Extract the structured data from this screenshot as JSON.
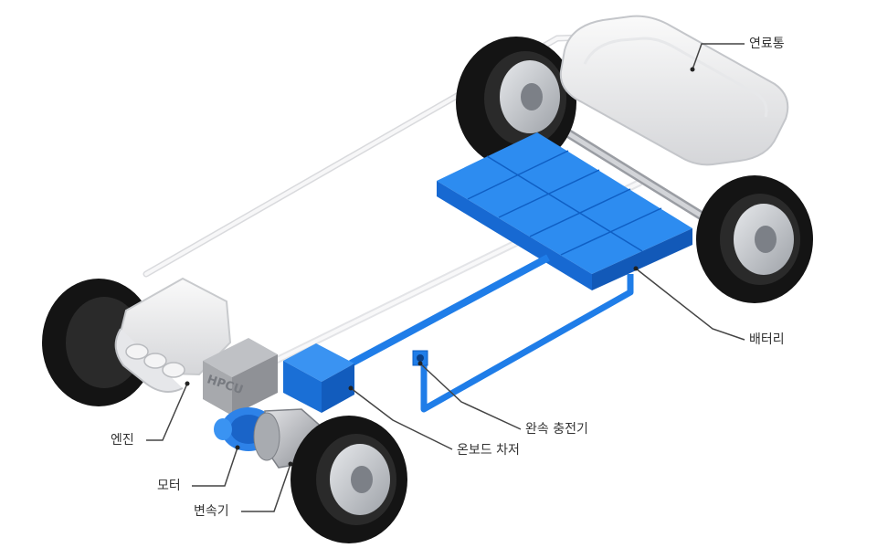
{
  "diagram": {
    "colors": {
      "blue": "#1f7de8",
      "blue_dark": "#0f5fc4",
      "tire": "#1e1e1e",
      "rim": "#c9ccd1",
      "frame": "#f1f2f4",
      "leader": "#444444",
      "text": "#333333"
    },
    "labels": {
      "fuel_tank": "연료통",
      "battery": "배터리",
      "slow_charger": "완속 충전기",
      "onboard_charger": "온보드 차저",
      "engine": "엔진",
      "motor": "모터",
      "transmission": "변속기",
      "hpcu": "HPCU"
    }
  }
}
